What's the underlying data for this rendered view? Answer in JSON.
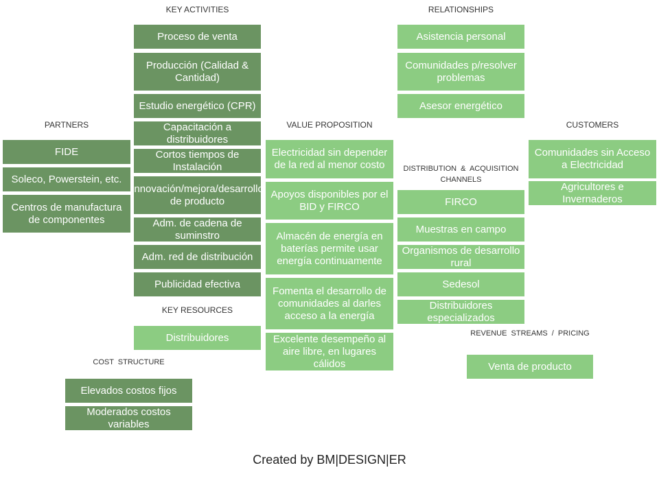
{
  "sections": {
    "key_activities": "KEY ACTIVITIES",
    "relationships": "RELATIONSHIPS",
    "partners": "PARTNERS",
    "value_proposition": "VALUE PROPOSITION",
    "customers": "CUSTOMERS",
    "distribution": "DISTRIBUTION & ACQUISITION CHANNELS",
    "key_resources": "KEY RESOURCES",
    "revenue": "REVENUE STREAMS / PRICING",
    "cost_structure": "COST STRUCTURE"
  },
  "key_activities": [
    "Proceso de venta",
    "Producción (Calidad & Cantidad)",
    "Estudio energético (CPR)",
    "Capacitación a distribuidores",
    "Cortos tiempos de Instalación",
    "Innovación/mejora/desarrollo de producto",
    "Adm. de cadena de suminstro",
    "Adm. red de distribución",
    "Publicidad efectiva"
  ],
  "relationships": [
    "Asistencia personal",
    "Comunidades p/resolver problemas",
    "Asesor energético"
  ],
  "partners": [
    "FIDE",
    "Soleco, Powerstein, etc.",
    "Centros de manufactura de componentes"
  ],
  "value_proposition": [
    "Electricidad sin depender de la red al menor costo",
    "Apoyos disponibles por el BID y FIRCO",
    "Almacén de energía en baterías permite usar energía continuamente",
    "Fomenta el desarrollo de comunidades al darles acceso a la energía",
    "Excelente desempeño al aire libre, en lugares cálidos"
  ],
  "customers": [
    "Comunidades sin Acceso a Electricidad",
    "Agricultores e Invernaderos"
  ],
  "channels": [
    "FIRCO",
    "Muestras en campo",
    "Organismos de desarrollo rural",
    "Sedesol",
    "Distribuidores especializados"
  ],
  "key_resources": [
    "Distribuidores"
  ],
  "revenue": [
    "Venta de producto"
  ],
  "cost_structure": [
    "Elevados costos fijos",
    "Moderados costos variables"
  ],
  "footer": "Created by BM|DESIGN|ER",
  "colors": {
    "dark_box": "#6b9462",
    "light_box": "#8ccc82"
  }
}
